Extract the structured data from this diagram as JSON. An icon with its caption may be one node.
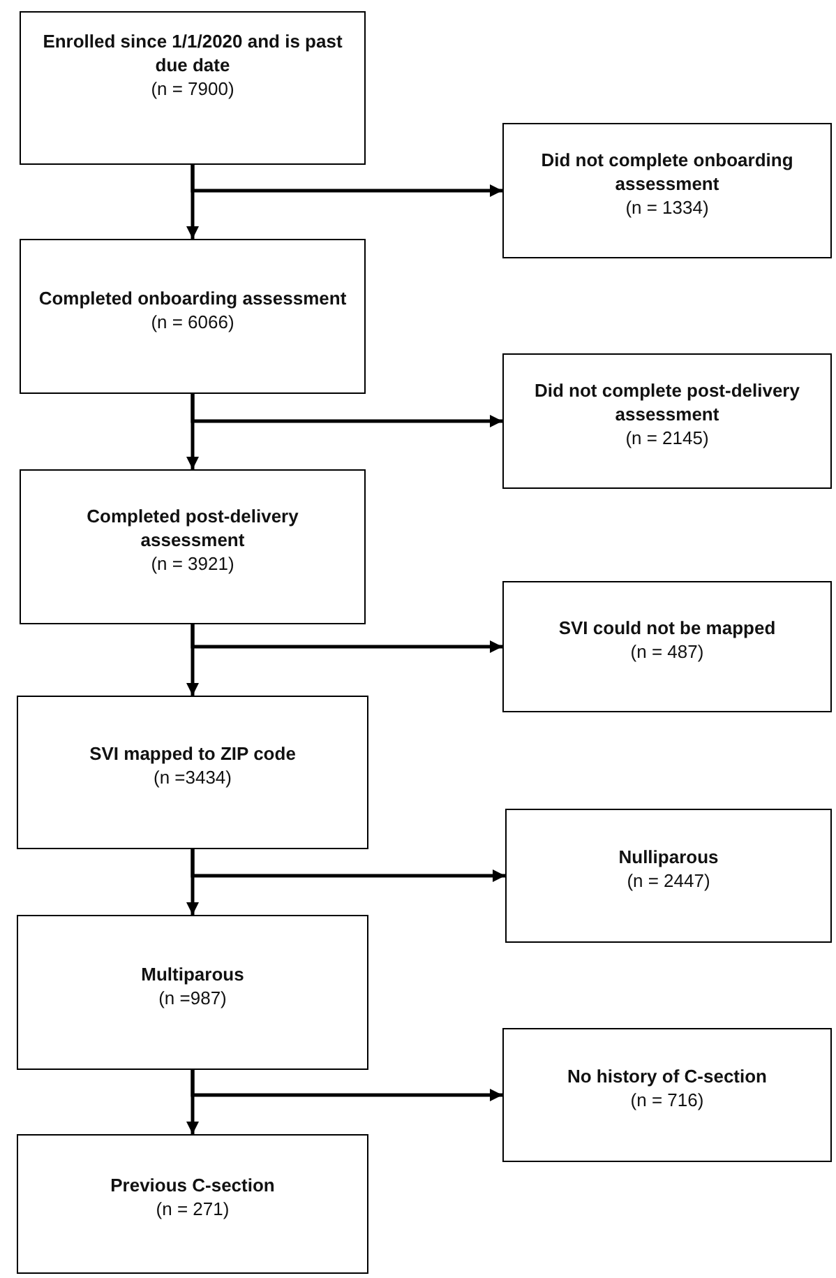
{
  "diagram": {
    "nodes": [
      {
        "text": [
          "Enrolled since 1/1/2020 and is past due date",
          "(n = 7900)"
        ]
      },
      {
        "text": [
          "Did not complete onboarding assessment",
          "(n = 1334)"
        ]
      },
      {
        "text": [
          "Completed onboarding assessment",
          "(n = 6066)"
        ]
      },
      {
        "text": [
          "Did not complete post-delivery assessment",
          "(n = 2145)"
        ]
      },
      {
        "text": [
          "Completed post-delivery assessment",
          "(n = 3921)"
        ]
      },
      {
        "text": [
          "SVI could not be mapped",
          "(n = 487)"
        ]
      },
      {
        "text": [
          "SVI mapped to ZIP code",
          "(n =3434)"
        ]
      },
      {
        "text": [
          "Nulliparous",
          "(n = 2447)"
        ]
      },
      {
        "text": [
          "Multiparous",
          "(n =987)"
        ]
      },
      {
        "text": [
          "No history of C-section",
          "(n = 716)"
        ]
      },
      {
        "text": [
          "Previous C-section",
          "(n = 271)"
        ]
      }
    ],
    "edges": [
      {
        "from": 0,
        "to": 2,
        "arrow": "to"
      },
      {
        "from": 0,
        "to": 1,
        "arrow": "to"
      },
      {
        "from": 2,
        "to": 4,
        "arrow": "to"
      },
      {
        "from": 2,
        "to": 3,
        "arrow": "to"
      },
      {
        "from": 4,
        "to": 6,
        "arrow": "to"
      },
      {
        "from": 4,
        "to": 5,
        "arrow": "to"
      },
      {
        "from": 6,
        "to": 8,
        "arrow": "to"
      },
      {
        "from": 6,
        "to": 7,
        "arrow": "to"
      },
      {
        "from": 8,
        "to": 10,
        "arrow": "to"
      },
      {
        "from": 8,
        "to": 9,
        "arrow": "to"
      }
    ]
  }
}
